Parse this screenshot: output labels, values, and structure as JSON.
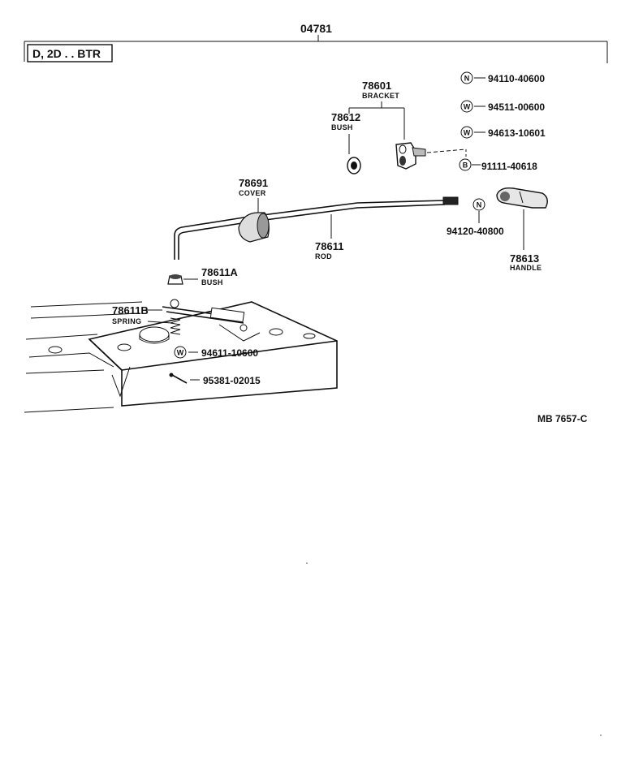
{
  "header": {
    "group_code": "04781",
    "applicability": "D, 2D . . BTR"
  },
  "parts": [
    {
      "id": "p78601",
      "number": "78601",
      "name": "BRACKET"
    },
    {
      "id": "p78612",
      "number": "78612",
      "name": "BUSH"
    },
    {
      "id": "p78691",
      "number": "78691",
      "name": "COVER"
    },
    {
      "id": "p78611",
      "number": "78611",
      "name": "ROD"
    },
    {
      "id": "p78613",
      "number": "78613",
      "name": "HANDLE"
    },
    {
      "id": "p78611A",
      "number": "78611A",
      "name": "BUSH"
    },
    {
      "id": "p78611B",
      "number": "78611B",
      "name": "SPRING"
    }
  ],
  "fasteners": [
    {
      "symbol": "N",
      "number": "94110-40600"
    },
    {
      "symbol": "W",
      "number": "94511-00600"
    },
    {
      "symbol": "W",
      "number": "94613-10601"
    },
    {
      "symbol": "B",
      "number": "91111-40618"
    },
    {
      "symbol": "N",
      "number": "94120-40800"
    },
    {
      "symbol": "W",
      "number": "94611-10600"
    },
    {
      "symbol": "",
      "number": "95381-02015"
    }
  ],
  "footer": {
    "drawing_code": "MB  7657-C"
  }
}
